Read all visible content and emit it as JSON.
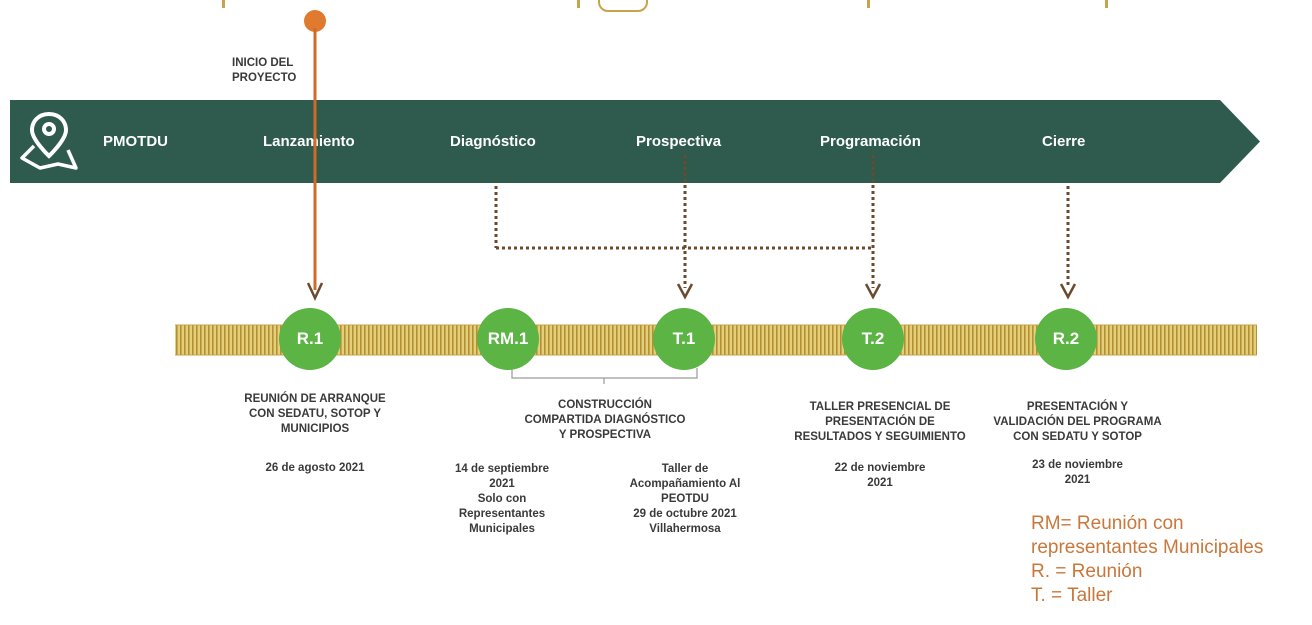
{
  "banner": {
    "brand": "PMOTDU",
    "phases": [
      "Lanzamiento",
      "Diagnóstico",
      "Prospectiva",
      "Programación",
      "Cierre"
    ]
  },
  "start_label": "INICIO DEL\nPROYECTO",
  "nodes": [
    {
      "label": "R.1"
    },
    {
      "label": "RM.1"
    },
    {
      "label": "T.1"
    },
    {
      "label": "T.2"
    },
    {
      "label": "R.2"
    }
  ],
  "descriptions": {
    "r1": "REUNIÓN DE ARRANQUE\nCON SEDATU, SOTOP Y\nMUNICIPIOS",
    "r1_date": "26 de agosto 2021",
    "construccion": "CONSTRUCCIÓN\nCOMPARTIDA DIAGNÓSTICO\nY PROSPECTIVA",
    "rm1_date": "14 de septiembre\n2021\nSolo con\nRepresentantes\nMunicipales",
    "t1_date": "Taller de\nAcompañamiento Al\nPEOTDU\n29 de octubre 2021\nVillahermosa",
    "t2": "TALLER PRESENCIAL DE\nPRESENTACIÓN DE\nRESULTADOS Y SEGUIMIENTO",
    "t2_date": "22 de noviembre\n2021",
    "r2": "PRESENTACIÓN Y\nVALIDACIÓN DEL PROGRAMA\nCON SEDATU Y SOTOP",
    "r2_date": "23 de noviembre\n2021"
  },
  "legend": {
    "line1": "RM= Reunión con",
    "line2": "representantes Municipales",
    "line3": "R. = Reunión",
    "line4": "T. = Taller"
  },
  "colors": {
    "banner": "#2e5b4e",
    "node": "#5bb443",
    "accent": "#e07a2e",
    "dotted": "#6b4a2e",
    "legend": "#c9773a",
    "band": "#d9b95a"
  }
}
